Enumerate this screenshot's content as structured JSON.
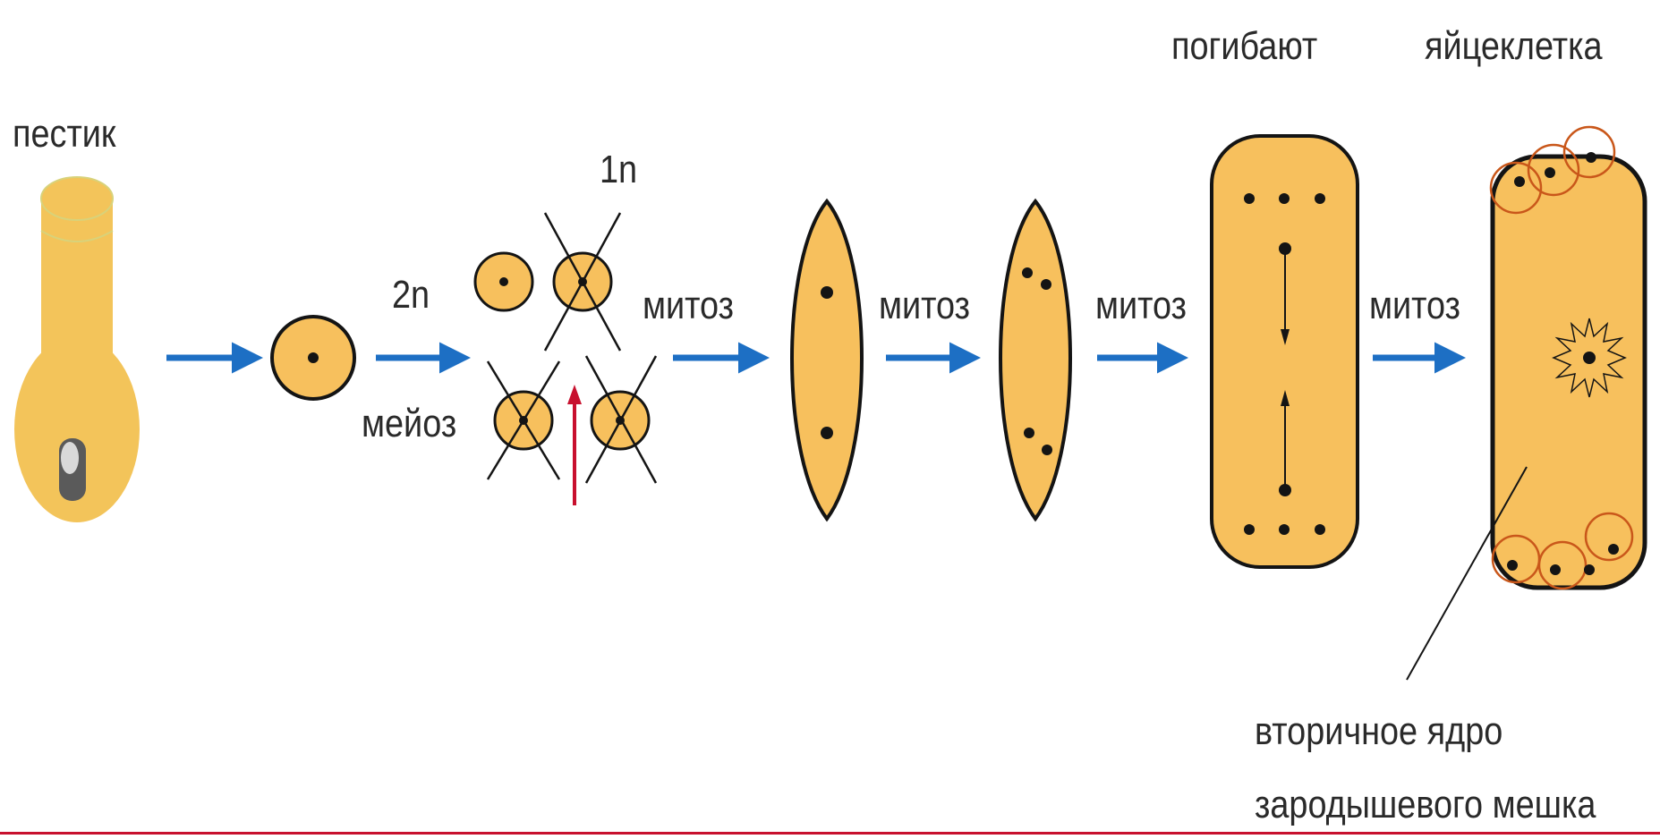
{
  "labels": {
    "pistil": "пестик",
    "ploidy_2n": "2n",
    "meiosis": "мейоз",
    "ploidy_1n": "1n",
    "mitosis_1": "митоз",
    "mitosis_2": "митоз",
    "mitosis_3": "митоз",
    "mitosis_4": "митоз",
    "perish": "погибают",
    "egg_cell": "яйцеклетка",
    "secondary_nucleus_line1": "вторичное ядро",
    "secondary_nucleus_line2": "зародышевого мешка"
  },
  "colors": {
    "cell_fill": "#f7c05d",
    "cell_stroke": "#141414",
    "pistil_fill": "#f3c45a",
    "pistil_outline": "#d8d27a",
    "arrow": "#1d6fc4",
    "degeneration_arrow": "#c8102e",
    "antipodal_outline": "#c9571a",
    "bottom_rule": "#c8102e"
  }
}
